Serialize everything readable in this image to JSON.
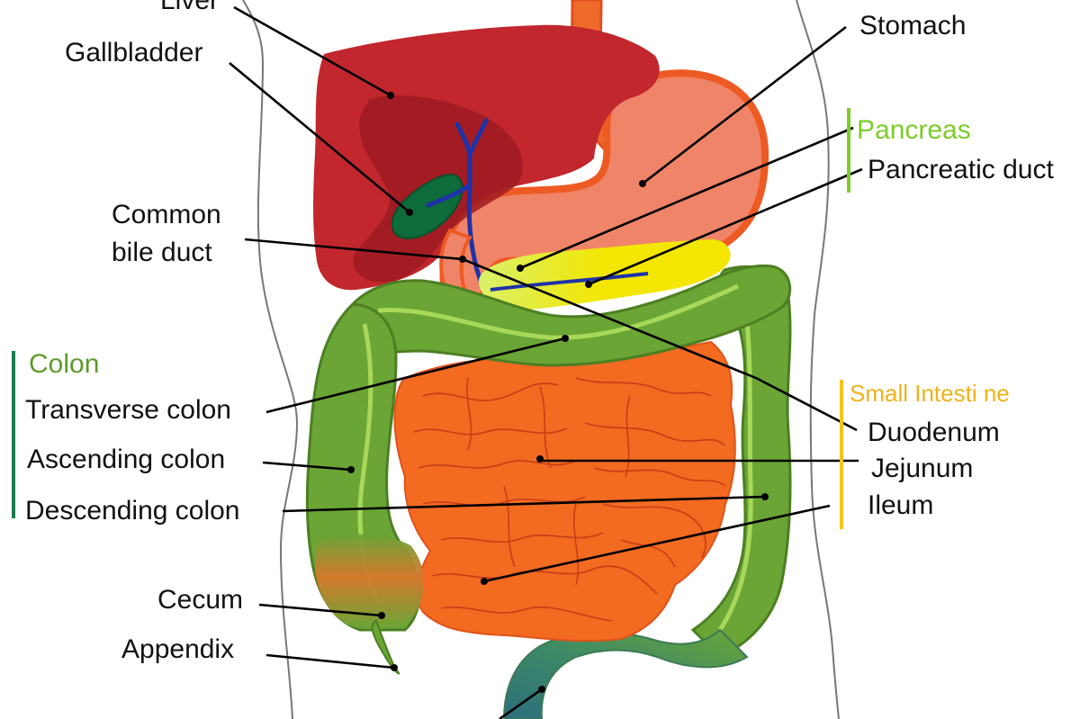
{
  "labels": {
    "liver": "Liver",
    "gallbladder": "Gallbladder",
    "stomach": "Stomach",
    "pancreas": "Pancreas",
    "pancreatic_duct": "Pancreatic duct",
    "common_bile_duct_1": "Common",
    "common_bile_duct_2": "bile duct",
    "colon": "Colon",
    "transverse_colon": "Transverse colon",
    "ascending_colon": "Ascending colon",
    "descending_colon": "Descending colon",
    "cecum": "Cecum",
    "appendix": "Appendix",
    "small_intestine": "Small Intesti ne",
    "duodenum": "Duodenum",
    "jejunum": "Jejunum",
    "ileum": "Ileum"
  },
  "colors": {
    "liver": "#c1272d",
    "liver_shade": "#9e1b22",
    "stomach": "#f08468",
    "stomach_outline": "#ee5a24",
    "esophagus": "#ee6a2a",
    "gallbladder": "#0e6b3a",
    "bile_duct": "#1f33a8",
    "pancreas": "#f3e600",
    "colon": "#6aa536",
    "colon_dark": "#4c7f22",
    "colon_highlight": "#a8d85a",
    "small_intestine": "#f36a21",
    "rectum": "#2f7c7a",
    "body_outline": "#777777",
    "colon_bracket": "#1b7a4a",
    "pancreas_bracket": "#7ccc2a",
    "small_intestine_bracket": "#f5c518"
  }
}
